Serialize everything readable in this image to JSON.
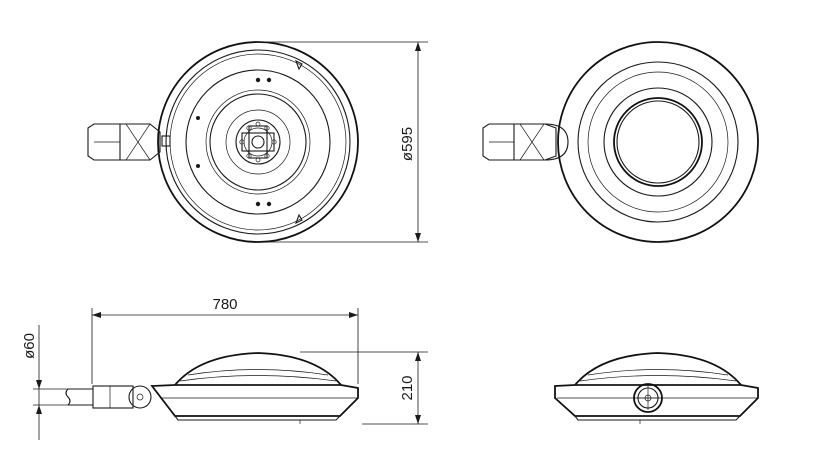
{
  "drawing": {
    "dimensions": {
      "diameter_top": "ø595",
      "length_side": "780",
      "pole_diameter": "ø60",
      "height_side": "210"
    }
  }
}
